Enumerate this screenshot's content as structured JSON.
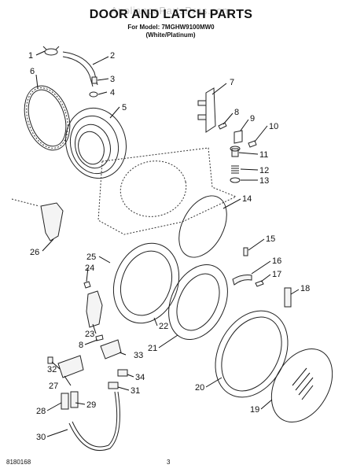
{
  "header": {
    "watermark": "AppliancePartsPros.com",
    "title": "DOOR AND LATCH PARTS",
    "model": "For Model: 7MGHW9100MW0",
    "variant": "(White/Platinum)"
  },
  "callouts": [
    {
      "id": "callout-1",
      "text": "1"
    },
    {
      "id": "callout-2",
      "text": "2"
    },
    {
      "id": "callout-3",
      "text": "3"
    },
    {
      "id": "callout-4",
      "text": "4"
    },
    {
      "id": "callout-5",
      "text": "5"
    },
    {
      "id": "callout-6",
      "text": "6"
    },
    {
      "id": "callout-7",
      "text": "7"
    },
    {
      "id": "callout-8",
      "text": "8"
    },
    {
      "id": "callout-9",
      "text": "9"
    },
    {
      "id": "callout-10",
      "text": "10"
    },
    {
      "id": "callout-11",
      "text": "11"
    },
    {
      "id": "callout-12",
      "text": "12"
    },
    {
      "id": "callout-13",
      "text": "13"
    },
    {
      "id": "callout-14",
      "text": "14"
    },
    {
      "id": "callout-15",
      "text": "15"
    },
    {
      "id": "callout-16",
      "text": "16"
    },
    {
      "id": "callout-17",
      "text": "17"
    },
    {
      "id": "callout-18",
      "text": "18"
    },
    {
      "id": "callout-19",
      "text": "19"
    },
    {
      "id": "callout-20",
      "text": "20"
    },
    {
      "id": "callout-21",
      "text": "21"
    },
    {
      "id": "callout-22",
      "text": "22"
    },
    {
      "id": "callout-23",
      "text": "23"
    },
    {
      "id": "callout-24",
      "text": "24"
    },
    {
      "id": "callout-25",
      "text": "25"
    },
    {
      "id": "callout-26",
      "text": "26"
    },
    {
      "id": "callout-27",
      "text": "27"
    },
    {
      "id": "callout-28",
      "text": "28"
    },
    {
      "id": "callout-29",
      "text": "29"
    },
    {
      "id": "callout-30",
      "text": "30"
    },
    {
      "id": "callout-31",
      "text": "31"
    },
    {
      "id": "callout-32",
      "text": "32"
    },
    {
      "id": "callout-33",
      "text": "33"
    },
    {
      "id": "callout-34",
      "text": "34"
    },
    {
      "id": "callout-8b",
      "text": "8"
    }
  ],
  "footer": {
    "doc_number": "8180168",
    "page": "3"
  }
}
